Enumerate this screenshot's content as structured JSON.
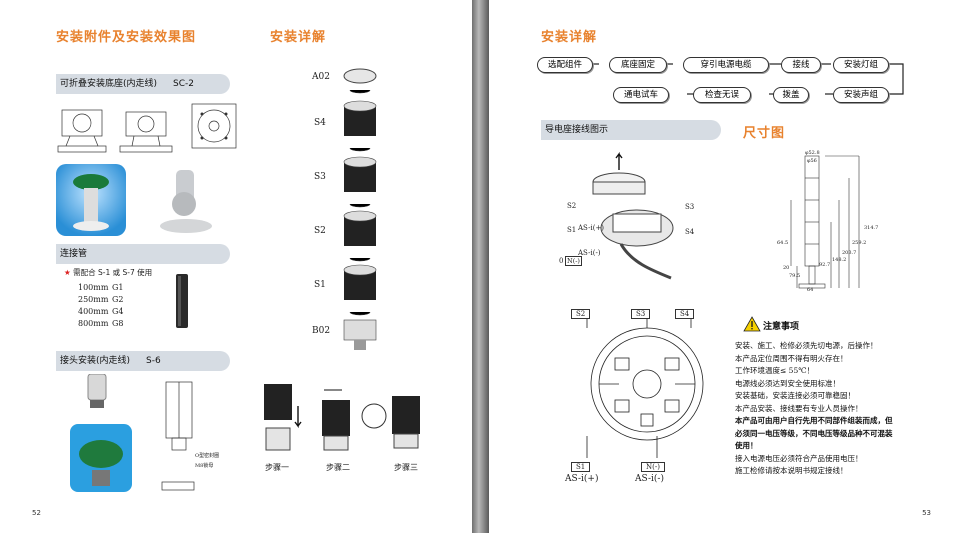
{
  "left": {
    "heading_accessories": "安装附件及安装效果图",
    "heading_detail": "安装详解",
    "sc2_title": "可折叠安装底座(内走线)",
    "sc2_code": "SC-2",
    "pipe_title": "连接管",
    "pipe_note": "需配合 S-1 或 S-7 使用",
    "pipe_rows": [
      {
        "len": "100mm",
        "code": "G1"
      },
      {
        "len": "250mm",
        "code": "G2"
      },
      {
        "len": "400mm",
        "code": "G4"
      },
      {
        "len": "800mm",
        "code": "G8"
      }
    ],
    "s6_title": "接头安装(内走线)",
    "s6_code": "S-6",
    "s6_legend_1": "O型密封圈",
    "s6_legend_2": "M8锁母",
    "stack_labels": [
      "A02",
      "S4",
      "S3",
      "S2",
      "S1",
      "B02"
    ],
    "steps": [
      "步骤一",
      "步骤二",
      "步骤三"
    ],
    "page_number": "52"
  },
  "right": {
    "heading_detail": "安装详解",
    "flow_row1": [
      "选配组件",
      "底座固定",
      "穿引电源电缆",
      "接线",
      "安装灯组"
    ],
    "flow_row2": [
      "通电试车",
      "检查无误",
      "拨盖",
      "安装声组"
    ],
    "wiring_title": "导电座接线图示",
    "heading_dims": "尺寸图",
    "wiring_labels": [
      "S2",
      "S3",
      "S1",
      "S4",
      "AS-i(+)",
      "AS-i(-)",
      "0",
      "N(-)"
    ],
    "terminal_boxes": [
      "S2",
      "S3",
      "S4",
      "S1",
      "N(-)"
    ],
    "terminal_bottom": [
      "AS-i(+)",
      "AS-i(-)"
    ],
    "dims": [
      "φ52.8",
      "φ56",
      "314.7",
      "259.2",
      "203.7",
      "148.2",
      "92.7",
      "64.5",
      "20",
      "79.5",
      "64"
    ],
    "caution_title": "注意事项",
    "caution_lines": [
      "安装、施工、检修必须先切电源，后操作！",
      "本产品定位周围不得有明火存在！",
      "工作环境温度≤ 55℃！",
      "电源线必须达到安全使用标准！",
      "安装基础，安装连接必须可靠稳固！",
      "本产品安装、接线要有专业人员操作！",
      "本产品可由用户自行先用不同部件组装而成，但必须同一电压等级，不同电压等级品种不可混装使用！",
      "接入电源电压必须符合产品使用电压！",
      "施工检修请按本说明书规定接线！"
    ],
    "page_number": "53"
  },
  "colors": {
    "accent": "#e8822e",
    "pill_bg": "#d6dce3",
    "spine": "#8a8a8a"
  }
}
